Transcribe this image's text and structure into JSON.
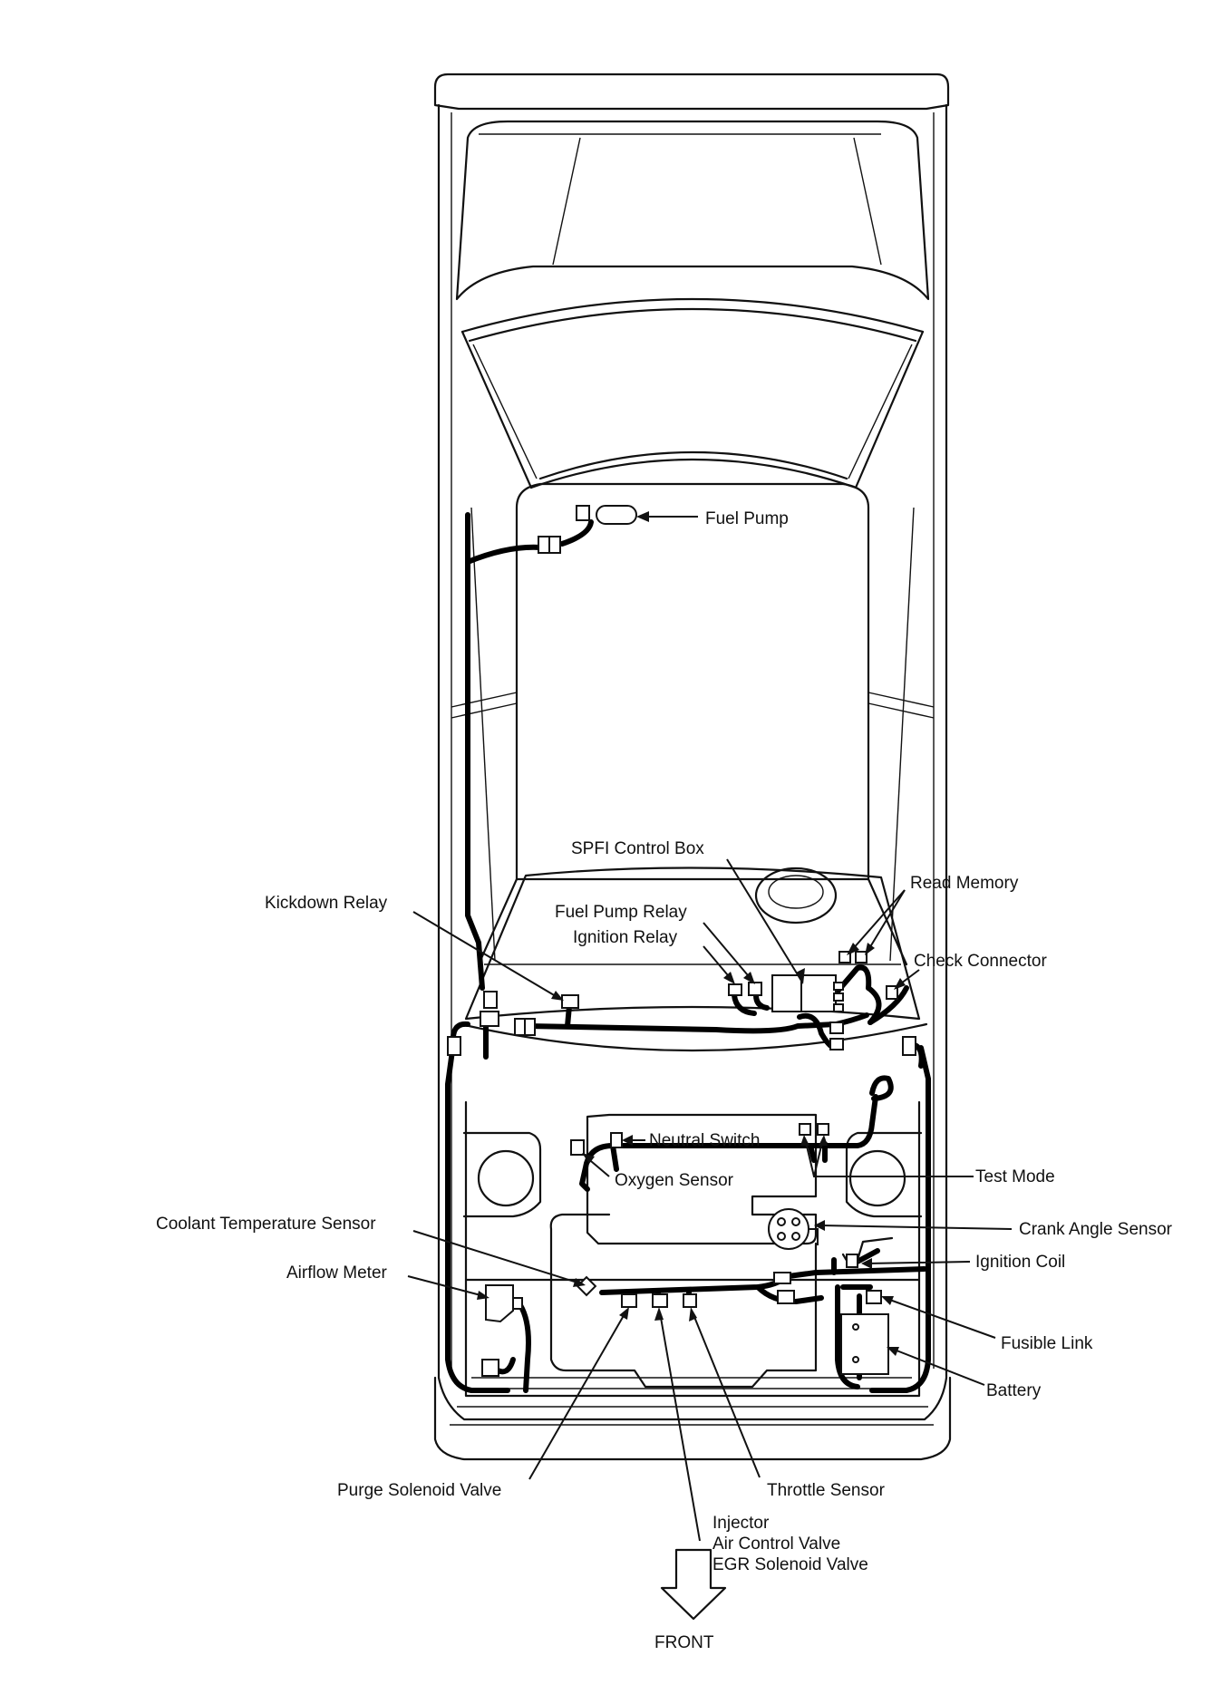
{
  "labels": {
    "fuel_pump": "Fuel Pump",
    "spfi_control_box": "SPFI Control Box",
    "read_memory": "Read Memory",
    "kickdown_relay": "Kickdown Relay",
    "fuel_pump_relay": "Fuel Pump Relay",
    "ignition_relay": "Ignition Relay",
    "check_connector": "Check Connector",
    "neutral_switch": "Neutral Switch",
    "oxygen_sensor": "Oxygen Sensor",
    "test_mode": "Test Mode",
    "coolant_temperature_sensor": "Coolant Temperature Sensor",
    "crank_angle_sensor": "Crank Angle Sensor",
    "ignition_coil": "Ignition Coil",
    "airflow_meter": "Airflow Meter",
    "fusible_link": "Fusible Link",
    "battery": "Battery",
    "purge_solenoid_valve": "Purge Solenoid Valve",
    "throttle_sensor": "Throttle Sensor",
    "injector": "Injector",
    "air_control_valve": "Air Control Valve",
    "egr_solenoid_valve": "EGR Solenoid Valve",
    "front": "FRONT"
  }
}
